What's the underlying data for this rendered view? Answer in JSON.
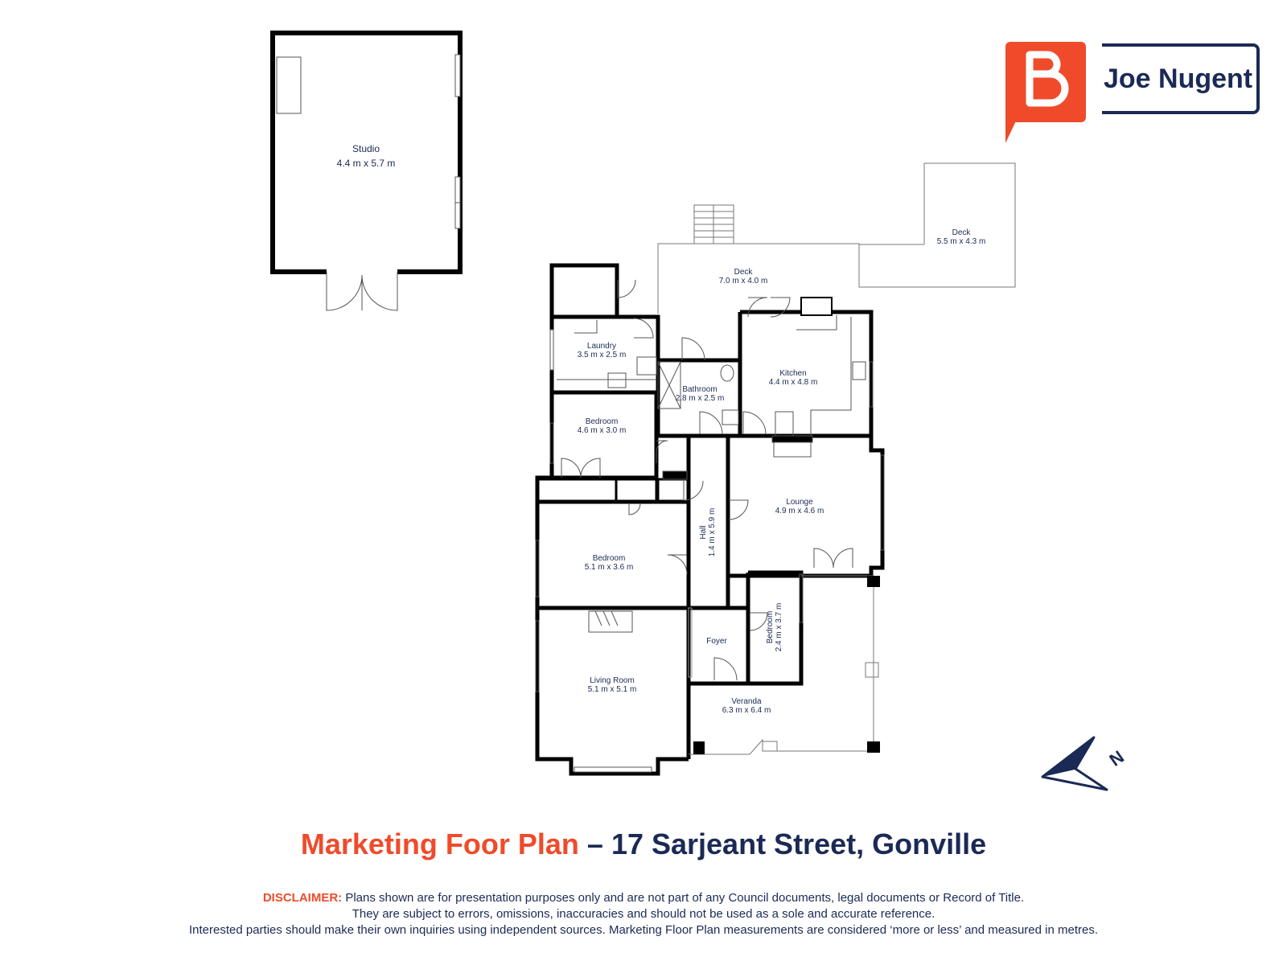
{
  "title": {
    "prefix": "Marketing Foor Plan",
    "suffix": "– 17 Sarjeant Street, Gonville"
  },
  "brand": {
    "name": "Joe Nugent",
    "accent_color": "#ef4b2b",
    "navy_color": "#1b2a55"
  },
  "disclaimer": {
    "label": "DISCLAIMER:",
    "line1": "Plans shown are for presentation purposes only and are not part of any Council documents, legal documents or Record of Title.",
    "line2": "They are subject to errors, omissions, inaccuracies and should not be used as a sole and accurate reference.",
    "line3": "Interested parties should make their own inquiries using independent sources. Marketing Floor Plan measurements are considered ‘more or less’ and measured in metres."
  },
  "rooms": {
    "studio": {
      "name": "Studio",
      "size": "4.4 m x 5.7 m"
    },
    "deck_right": {
      "name": "Deck",
      "size": "5.5 m x 4.3 m"
    },
    "deck_main": {
      "name": "Deck",
      "size": "7.0 m x 4.0 m"
    },
    "laundry": {
      "name": "Laundry",
      "size": "3.5 m x 2.5 m"
    },
    "kitchen": {
      "name": "Kitchen",
      "size": "4.4 m x 4.8 m"
    },
    "bathroom": {
      "name": "Bathroom",
      "size": "2.8 m x 2.5 m"
    },
    "bedroom_1": {
      "name": "Bedroom",
      "size": "4.6 m x 3.0 m"
    },
    "lounge": {
      "name": "Lounge",
      "size": "4.9 m x 4.6 m"
    },
    "hall": {
      "name": "Hall",
      "size": "1.4 m x 5.9 m"
    },
    "bedroom_2": {
      "name": "Bedroom",
      "size": "5.1 m x 3.6 m"
    },
    "bedroom_3": {
      "name": "Bedroom",
      "size": "2.4 m x 3.7 m"
    },
    "foyer": {
      "name": "Foyer"
    },
    "living_room": {
      "name": "Living Room",
      "size": "5.1 m x 5.1 m"
    },
    "veranda": {
      "name": "Veranda",
      "size": "6.3 m x 6.4 m"
    }
  },
  "compass": {
    "icon": "north-arrow-icon",
    "letter": "N"
  }
}
